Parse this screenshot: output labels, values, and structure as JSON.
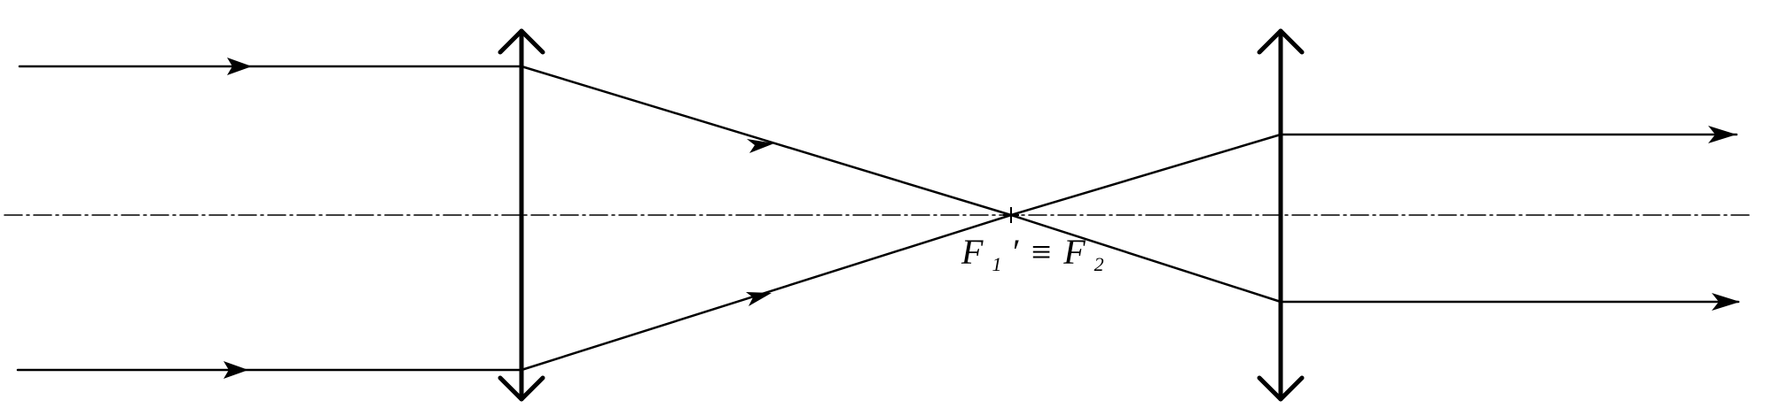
{
  "diagram": {
    "focus_label": {
      "main_1": "F",
      "sub_1": "1",
      "prime": "′",
      "equiv": "≡",
      "main_2": "F",
      "sub_2": "2"
    },
    "colors": {
      "line": "#000000",
      "background": "#ffffff"
    },
    "lenses": [
      {
        "name": "converging-lens-1",
        "type": "converging"
      },
      {
        "name": "converging-lens-2",
        "type": "converging"
      }
    ],
    "optical_axis": {
      "style": "dash-dot"
    }
  }
}
